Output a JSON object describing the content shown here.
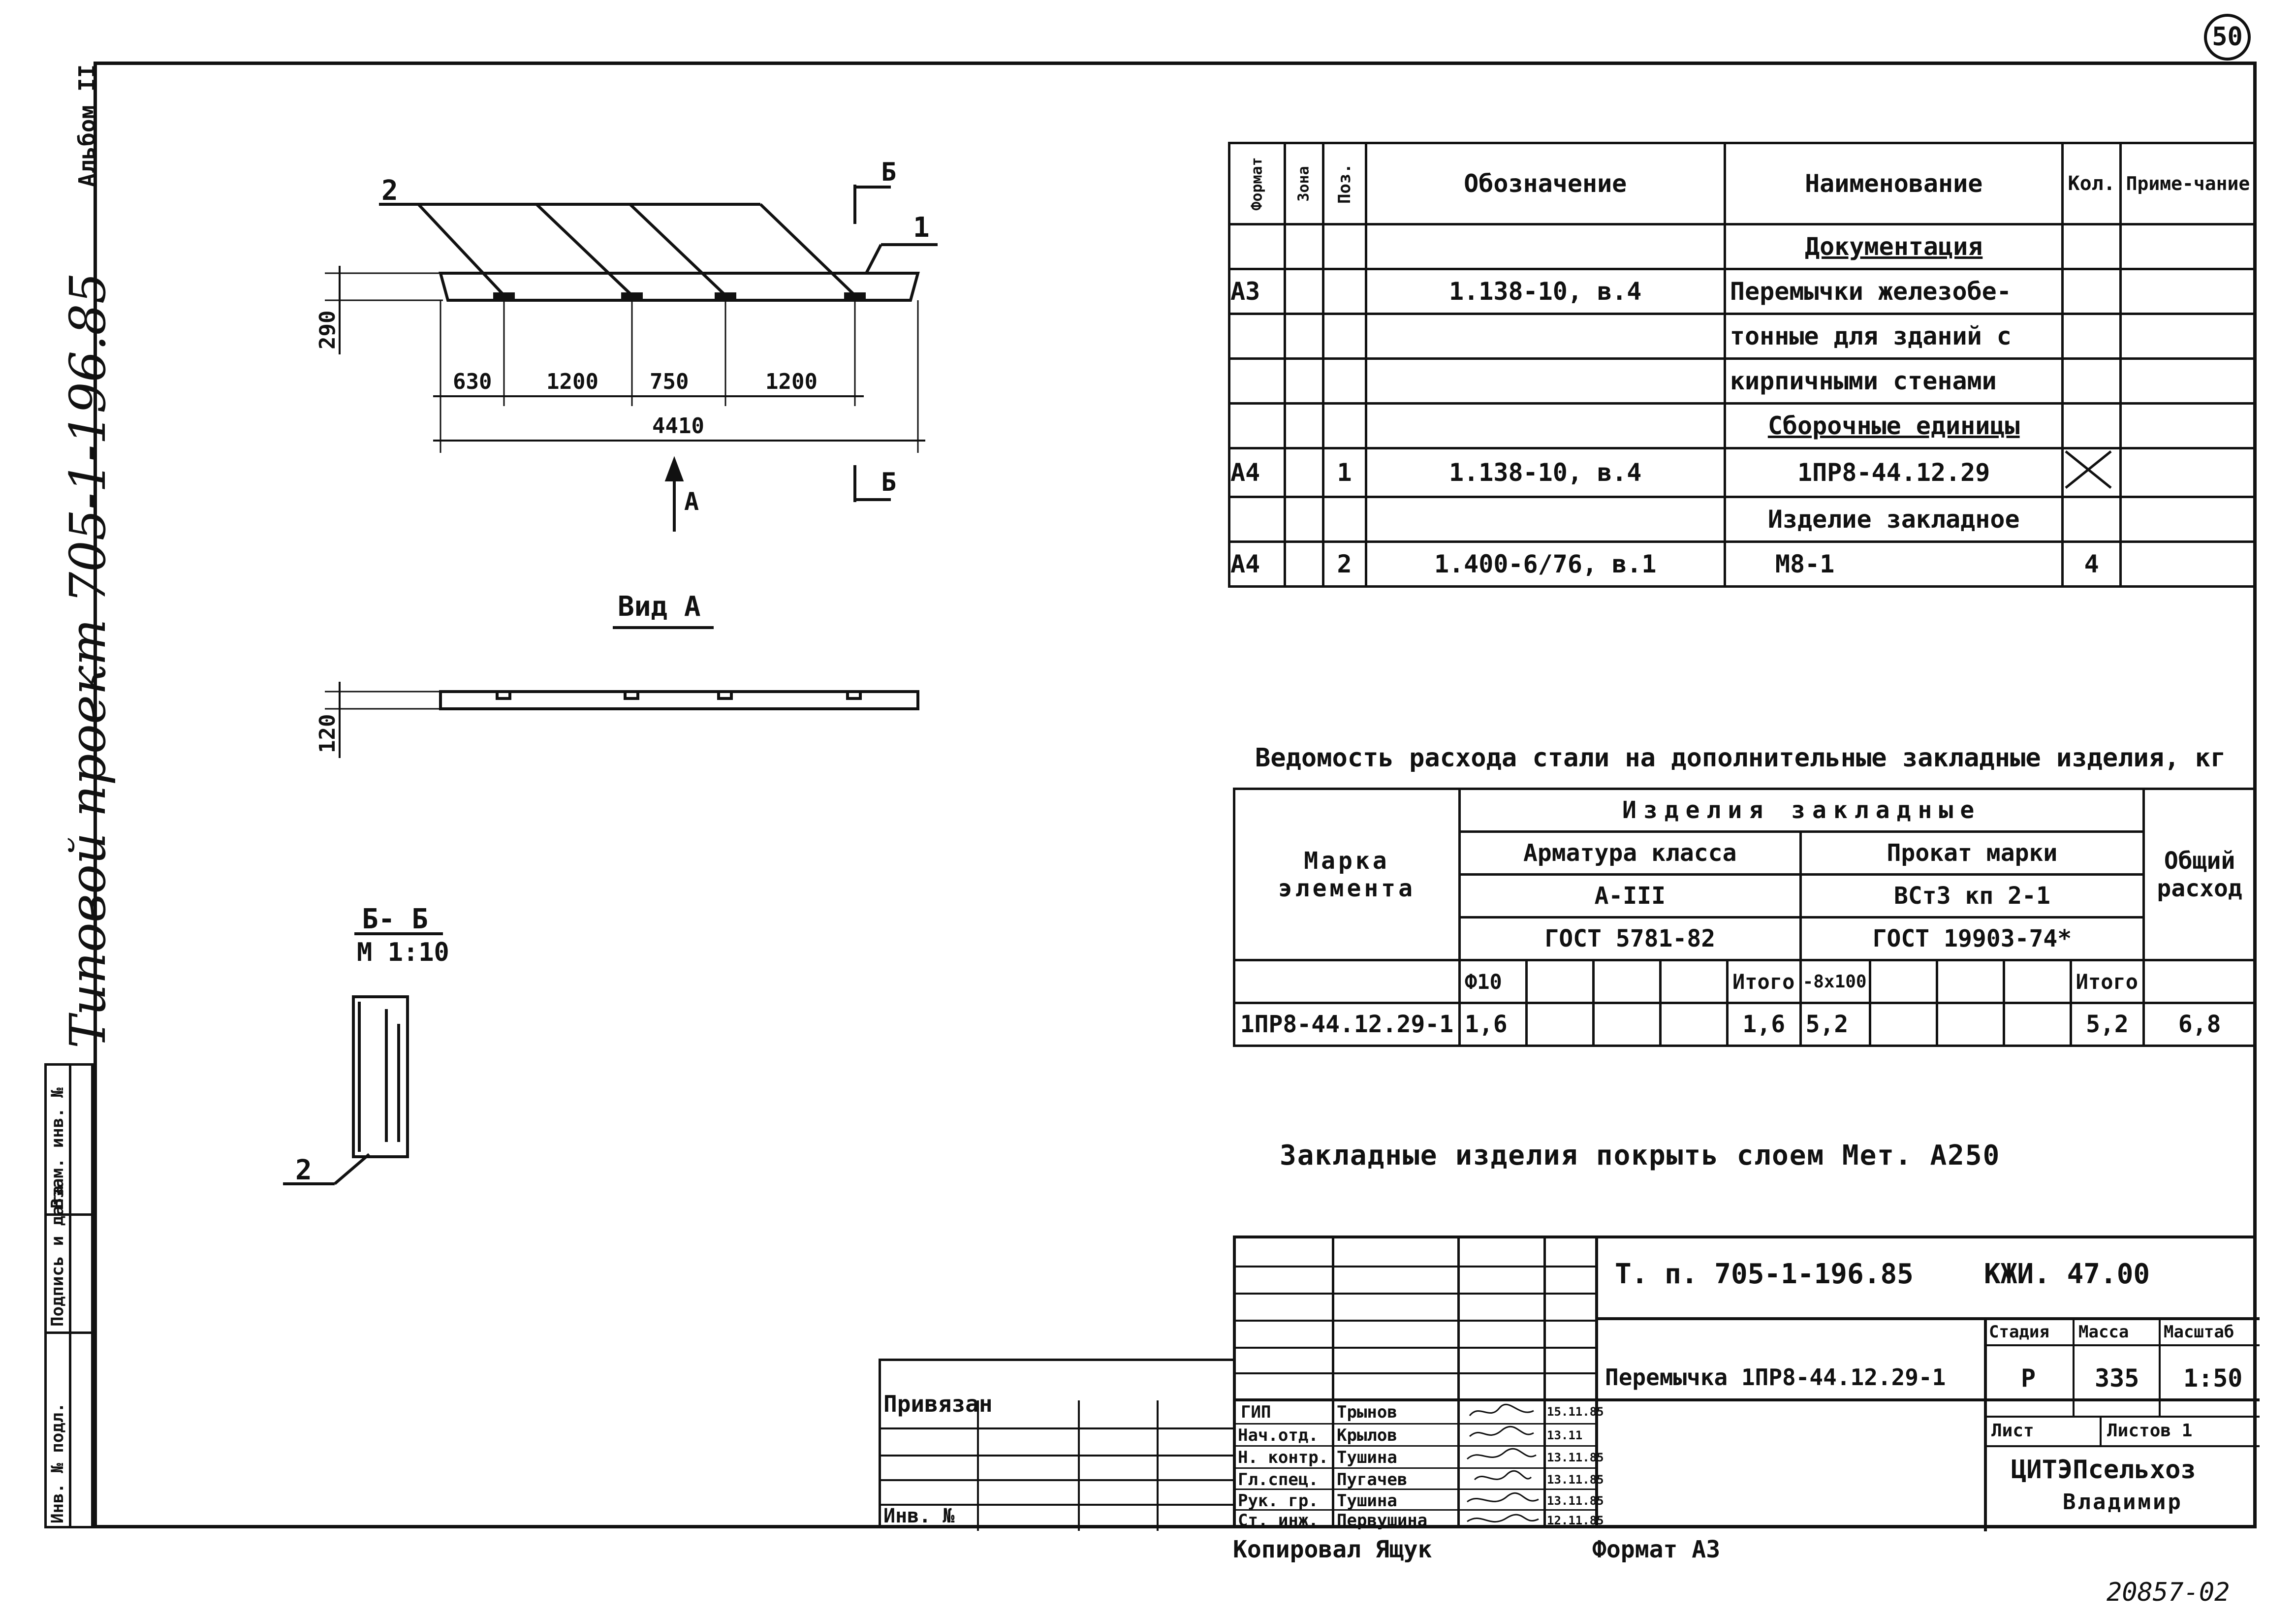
{
  "corner": {
    "sheet_no": "50",
    "album": "Альбом II",
    "project_vertical": "Типовой проект 705-1-196.85",
    "code_bottom": "20857-02"
  },
  "drawing": {
    "callout_2": "2",
    "callout_1": "1",
    "section_mark": "Б",
    "view_mark": "А",
    "dims": {
      "h290": "290",
      "d630": "630",
      "d1200a": "1200",
      "d750": "750",
      "d1200b": "1200",
      "d4410": "4410",
      "h120": "120"
    },
    "view_title": "Вид А",
    "section_title": "Б- Б",
    "section_scale": "М 1:10",
    "section_callout": "2"
  },
  "spec": {
    "headers": {
      "format": "Формат",
      "zone": "Зона",
      "pos": "Поз.",
      "designation": "Обозначение",
      "name": "Наименование",
      "qty": "Кол.",
      "note": "Приме-чание"
    },
    "rows": [
      {
        "format": "",
        "pos": "",
        "designation": "",
        "name": "Документация",
        "qty": ""
      },
      {
        "format": "А3",
        "pos": "",
        "designation": "1.138-10, в.4",
        "name": "Перемычки железобе-",
        "qty": ""
      },
      {
        "format": "",
        "pos": "",
        "designation": "",
        "name": "тонные для зданий с",
        "qty": ""
      },
      {
        "format": "",
        "pos": "",
        "designation": "",
        "name": "кирпичными стенами",
        "qty": ""
      },
      {
        "format": "",
        "pos": "",
        "designation": "",
        "name": "Сборочные единицы",
        "qty": ""
      },
      {
        "format": "А4",
        "pos": "1",
        "designation": "1.138-10, в.4",
        "name": "1ПР8-44.12.29",
        "qty": ""
      },
      {
        "format": "",
        "pos": "",
        "designation": "",
        "name": "Изделие закладное",
        "qty": ""
      },
      {
        "format": "А4",
        "pos": "2",
        "designation": "1.400-6/76, в.1",
        "name": "М8-1",
        "qty": "4"
      }
    ]
  },
  "steel": {
    "title": "Ведомость расхода стали на дополнительные закладные изделия, кг",
    "mark_header": "Марка элемента",
    "items_header": "Изделия закладные",
    "rebar_header": "Арматура класса",
    "rebar_class": "А-III",
    "rebar_gost": "ГОСТ 5781-82",
    "rolled_header": "Прокат марки",
    "rolled_grade": "ВСт3 кп 2-1",
    "rolled_gost": "ГОСТ 19903-74*",
    "total_header": "Общий расход",
    "sub_cols": {
      "phi10": "Ф10",
      "itogo1": "Итого",
      "plate": "-8х100",
      "itogo2": "Итого"
    },
    "row": {
      "mark": "1ПР8-44.12.29-1",
      "phi10": "1,6",
      "itogo1": "1,6",
      "plate": "5,2",
      "itogo2": "5,2",
      "total": "6,8"
    }
  },
  "note": "Закладные изделия покрыть слоем Мет. А250",
  "title_block": {
    "code": "Т. п. 705-1-196.85",
    "sheet_code": "КЖИ. 47.00",
    "item_name": "Перемычка 1ПР8-44.12.29-1",
    "stage_h": "Стадия",
    "mass_h": "Масса",
    "scale_h": "Масштаб",
    "stage": "Р",
    "mass": "335",
    "scale": "1:50",
    "sheet_h": "Лист",
    "sheets_h": "Листов 1",
    "org": "ЦИТЭПсельхоз",
    "city": "Владимир",
    "signers": [
      {
        "role": "ГИП",
        "name": "Трынов",
        "date": "15.11.85"
      },
      {
        "role": "Нач.отд.",
        "name": "Крылов",
        "date": "13.11"
      },
      {
        "role": "Н. контр.",
        "name": "Тушина",
        "date": "13.11.85"
      },
      {
        "role": "Гл.спец.",
        "name": "Пугачев",
        "date": "13.11.85"
      },
      {
        "role": "Рук. гр.",
        "name": "Тушина",
        "date": "13.11.85"
      },
      {
        "role": "Ст. инж.",
        "name": "Первушина",
        "date": "12.11.85"
      }
    ],
    "privyazan": "Привязан",
    "inv": "Инв. №",
    "copied": "Копировал Ящук",
    "format": "Формат А3",
    "left_strip": [
      "Инв. № подл.",
      "Подпись и дата",
      "Взам. инв. №"
    ]
  }
}
